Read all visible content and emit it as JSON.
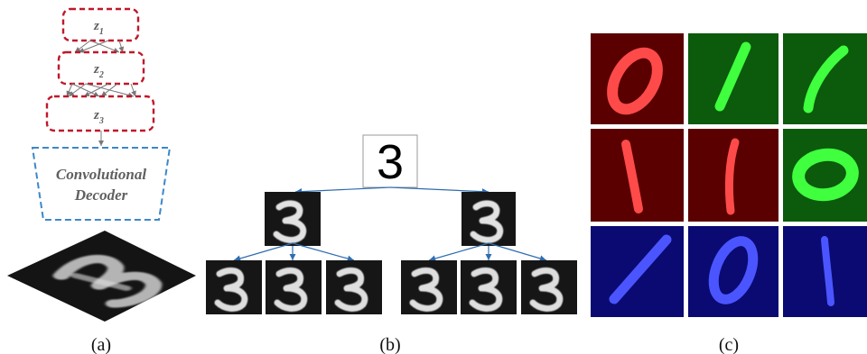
{
  "panel_a": {
    "latents": [
      {
        "name": "z",
        "sub": "1"
      },
      {
        "name": "z",
        "sub": "2"
      },
      {
        "name": "z",
        "sub": "3"
      }
    ],
    "decoder_line1": "Convolutional",
    "decoder_line2": "Decoder",
    "caption": "(a)",
    "colors": {
      "latent_border": "#c0172a",
      "decoder_border": "#3d87c9",
      "arrow": "#777777"
    }
  },
  "panel_b": {
    "root_label": "3",
    "caption": "(b)",
    "colors": {
      "arrow": "#2f6db0",
      "tile_bg": "#161616",
      "digit": "#e6e6e6"
    }
  },
  "panel_c": {
    "caption": "(c)",
    "colors": {
      "red_bg": "#5a0000",
      "red_fg": "#ff4a4a",
      "green_bg": "#0c5a0c",
      "green_fg": "#3fff3f",
      "blue_bg": "#0a0a72",
      "blue_fg": "#4a55ff"
    },
    "grid": [
      [
        {
          "bg": "red",
          "digit": "0"
        },
        {
          "bg": "green",
          "digit": "1"
        },
        {
          "bg": "green",
          "digit": "1"
        }
      ],
      [
        {
          "bg": "red",
          "digit": "1"
        },
        {
          "bg": "red",
          "digit": "1"
        },
        {
          "bg": "green",
          "digit": "0"
        }
      ],
      [
        {
          "bg": "blue",
          "digit": "1"
        },
        {
          "bg": "blue",
          "digit": "0"
        },
        {
          "bg": "blue",
          "digit": "1"
        }
      ]
    ]
  }
}
